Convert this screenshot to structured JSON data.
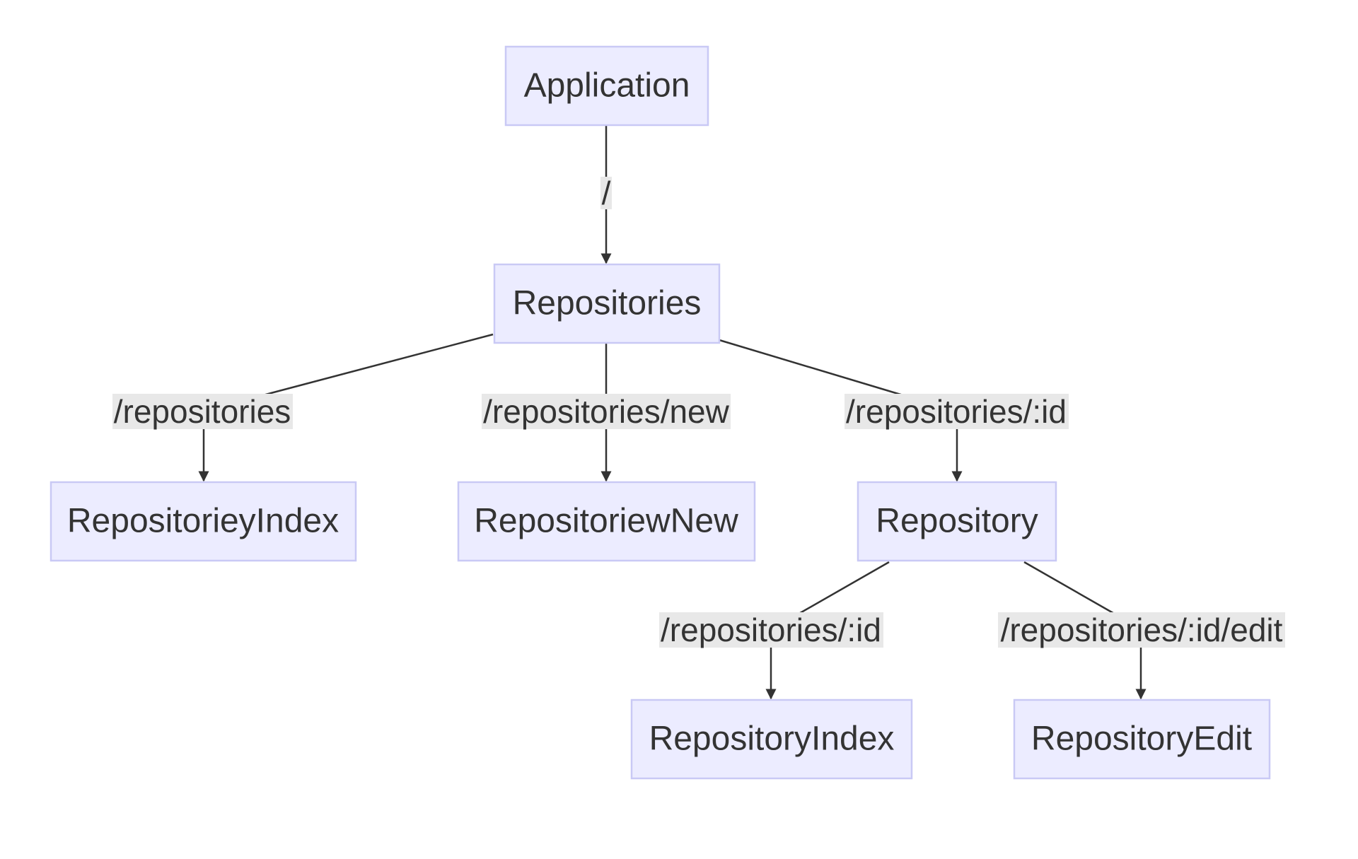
{
  "diagram": {
    "nodes": {
      "application": "Application",
      "repositories": "Repositories",
      "repositorieyindex": "RepositorieyIndex",
      "repositoriewnew": "RepositoriewNew",
      "repository": "Repository",
      "repositoryindex": "RepositoryIndex",
      "repositoryedit": "RepositoryEdit"
    },
    "edges": {
      "root": "/",
      "repositories": "/repositories",
      "repositories_new": "/repositories/new",
      "repositories_id": "/repositories/:id",
      "repository_id": "/repositories/:id",
      "repository_edit": "/repositories/:id/edit"
    },
    "colors": {
      "node_fill": "#ECECFF",
      "node_border": "#C9C9F5",
      "edge_line": "#333333",
      "edge_label_bg": "#E8E8E8",
      "text": "#333333"
    }
  }
}
